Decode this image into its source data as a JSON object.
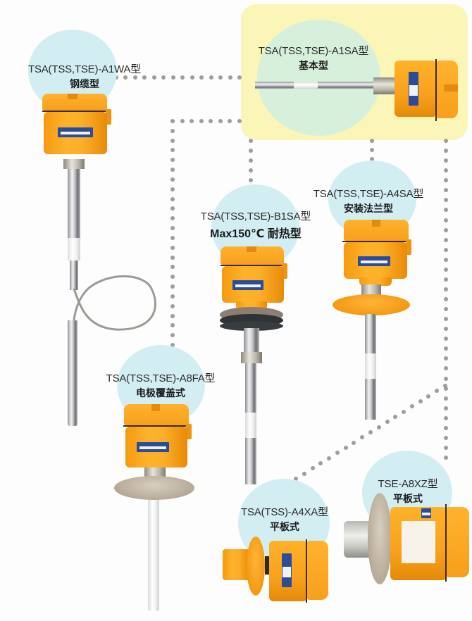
{
  "page": {
    "background": "#fdfdfd",
    "highlight_color": "#fbf6b8",
    "bubble_color": "#d3eef3",
    "connector_dot_color": "#9d9d9d",
    "housing_color": "#fdb22a"
  },
  "products": [
    {
      "id": "a1wa",
      "model": "TSA(TSS,TSE)-A1WA型",
      "type": "钢缆型",
      "description": "cable type level switch with wire rope probe"
    },
    {
      "id": "a1sa",
      "model": "TSA(TSS,TSE)-A1SA型",
      "type": "基本型",
      "description": "basic type, highlighted",
      "highlighted": true
    },
    {
      "id": "b1sa",
      "model": "TSA(TSS,TSE)-B1SA型",
      "type": "Max150℃ 耐热型",
      "description": "heat-resistant type with cooling fins"
    },
    {
      "id": "a4sa",
      "model": "TSA(TSS,TSE)-A4SA型",
      "type": "安装法兰型",
      "description": "flange mount type"
    },
    {
      "id": "a8fa",
      "model": "TSA(TSS,TSE)-A8FA型",
      "type": "电极覆盖式",
      "description": "covered electrode type with steel flange"
    },
    {
      "id": "a4xa",
      "model": "TSA(TSS)-A4XA型",
      "type": "平板式",
      "description": "flat plate type"
    },
    {
      "id": "a8xz",
      "model": "TSE-A8XZ型",
      "type": "平板式",
      "description": "flat plate type with steel flange"
    }
  ]
}
